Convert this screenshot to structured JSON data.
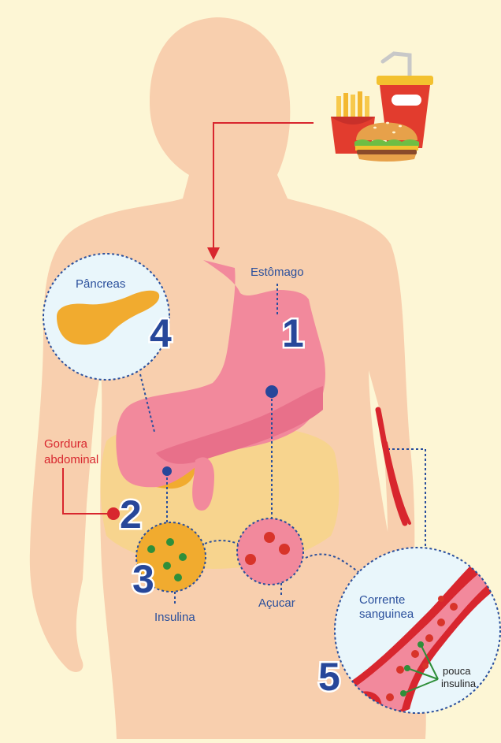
{
  "labels": {
    "stomach": "Estômago",
    "pancreas": "Pâncreas",
    "abdominal_fat_line1": "Gordura",
    "abdominal_fat_line2": "abdominal",
    "insulin": "Insulina",
    "sugar": "Açucar",
    "bloodstream_line1": "Corrente",
    "bloodstream_line2": "sanguinea",
    "low_insulin_line1": "pouca",
    "low_insulin_line2": "insulina"
  },
  "steps": [
    "1",
    "2",
    "3",
    "4",
    "5"
  ],
  "colors": {
    "background": "#fdf6d5",
    "skin": "#f8cfae",
    "stomach": "#f2899c",
    "fat": "#f7d48e",
    "pancreas": "#f1ab2f",
    "blue": "#27479a",
    "red": "#d8262e",
    "green": "#2f8f3a",
    "zoom_bg": "#e9f6fb"
  },
  "icons": [
    "fries-icon",
    "soda-cup-icon",
    "hamburger-icon"
  ]
}
